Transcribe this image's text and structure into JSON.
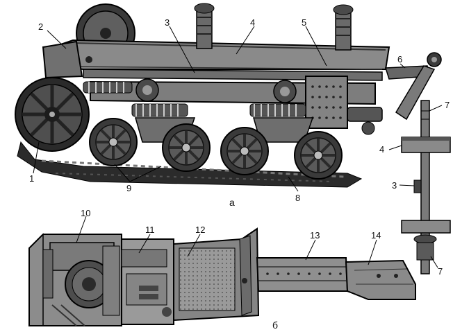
{
  "callouts": {
    "n1": "1",
    "n2": "2",
    "n3": "3",
    "n4": "4",
    "n5": "5",
    "n6": "6",
    "n7": "7",
    "n8": "8",
    "n9": "9",
    "n10": "10",
    "n11": "11",
    "n12": "12",
    "n13": "13",
    "n14": "14",
    "r7_top": "7",
    "r4": "4",
    "r3": "3",
    "r7_bottom": "7"
  },
  "captions": {
    "a": "а",
    "b": "б"
  }
}
